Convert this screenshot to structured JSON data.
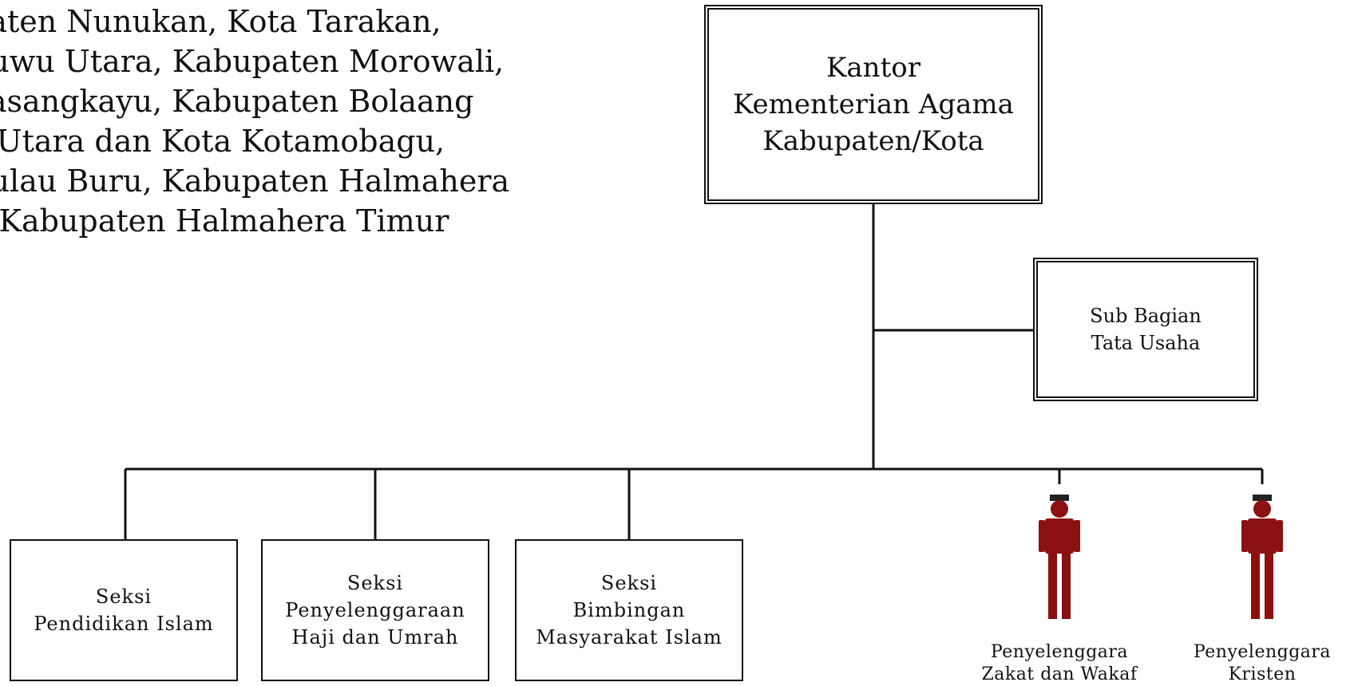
{
  "intro_lines": [
    "paten Nunukan, Kota Tarakan,",
    " Luwu Utara, Kabupaten Morowali,",
    " Pasangkayu, Kabupaten Bolaang",
    "v Utara dan Kota Kotamobagu,",
    " Pulau Buru, Kabupaten Halmahera",
    "n Kabupaten Halmahera Timur"
  ],
  "kantor": {
    "lines": [
      "Kantor",
      "Kementerian Agama",
      "Kabupaten/Kota"
    ]
  },
  "subbag": {
    "lines": [
      "Sub Bagian",
      "Tata Usaha"
    ]
  },
  "seksi": [
    {
      "lines": [
        "Seksi",
        "Pendidikan Islam"
      ]
    },
    {
      "lines": [
        "Seksi",
        "Penyelenggaraan",
        "Haji dan Umrah"
      ]
    },
    {
      "lines": [
        "Seksi",
        "Bimbingan",
        "Masyarakat Islam"
      ]
    }
  ],
  "penyelenggara": [
    {
      "lines": [
        "Penyelenggara",
        "Zakat dan Wakaf"
      ]
    },
    {
      "lines": [
        "Penyelenggara",
        "Kristen"
      ]
    }
  ],
  "colors": {
    "person": "#8b1010",
    "line": "#111111"
  }
}
